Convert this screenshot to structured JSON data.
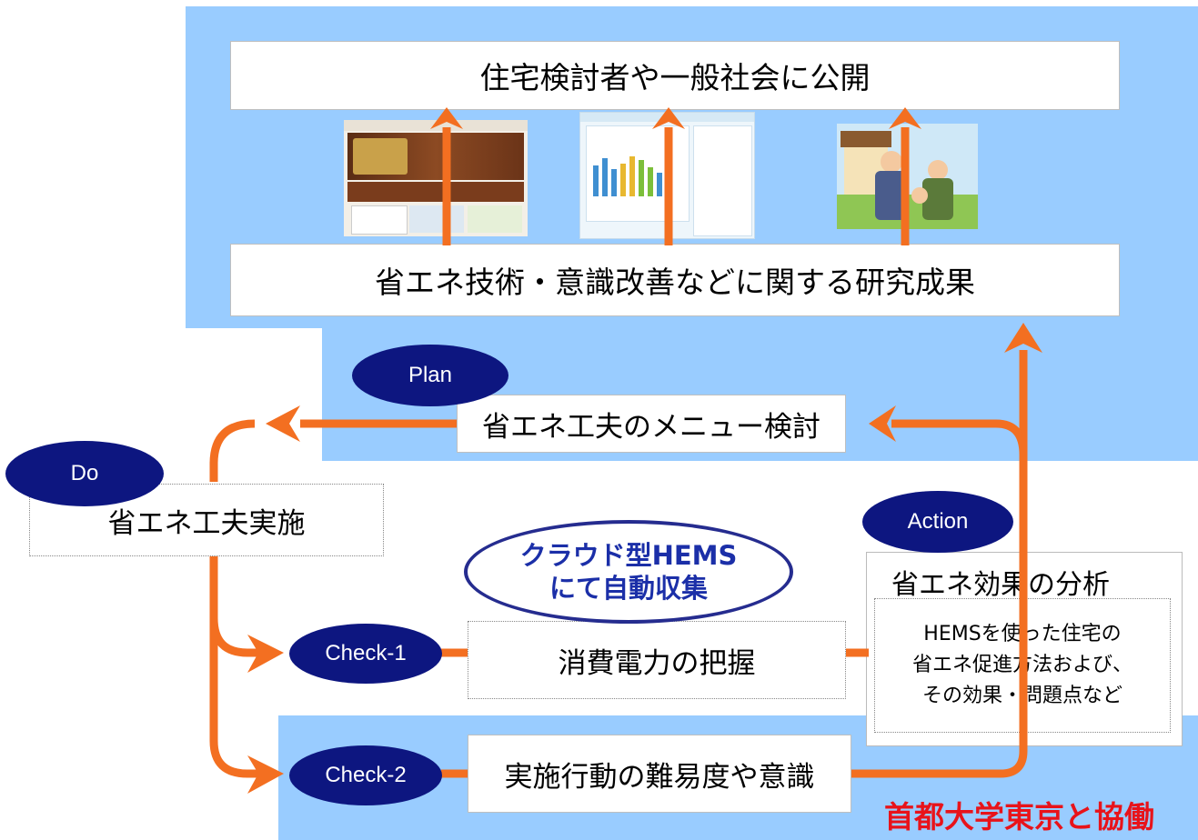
{
  "top_box": "住宅検討者や一般社会に公開",
  "results_box": "省エネ技術・意識改善などに関する研究成果",
  "plan": {
    "label": "Plan",
    "box": "省エネ工夫のメニュー検討"
  },
  "do": {
    "label": "Do",
    "box": "省エネ工夫実施"
  },
  "check1": {
    "label": "Check-1",
    "box": "消費電力の把握"
  },
  "check2": {
    "label": "Check-2",
    "box": "実施行動の難易度や意識"
  },
  "action": {
    "label": "Action",
    "title": "省エネ効果の分析",
    "lines": [
      "HEMSを使った住宅の",
      "省エネ促進方法および、",
      "その効果・問題点など"
    ]
  },
  "cloud": {
    "line1": "クラウド型HEMS",
    "line2": "にて自動収集"
  },
  "collab": "首都大学東京と協働",
  "images": [
    {
      "name": "website-thumbnail-image"
    },
    {
      "name": "energy-chart-thumbnail-image"
    },
    {
      "name": "family-illustration-image"
    }
  ],
  "colors": {
    "arrow": "#f36f21",
    "panel": "#99ccff",
    "oval": "#0d1680",
    "red": "#e8131a",
    "blue_text": "#1b2fa8"
  }
}
